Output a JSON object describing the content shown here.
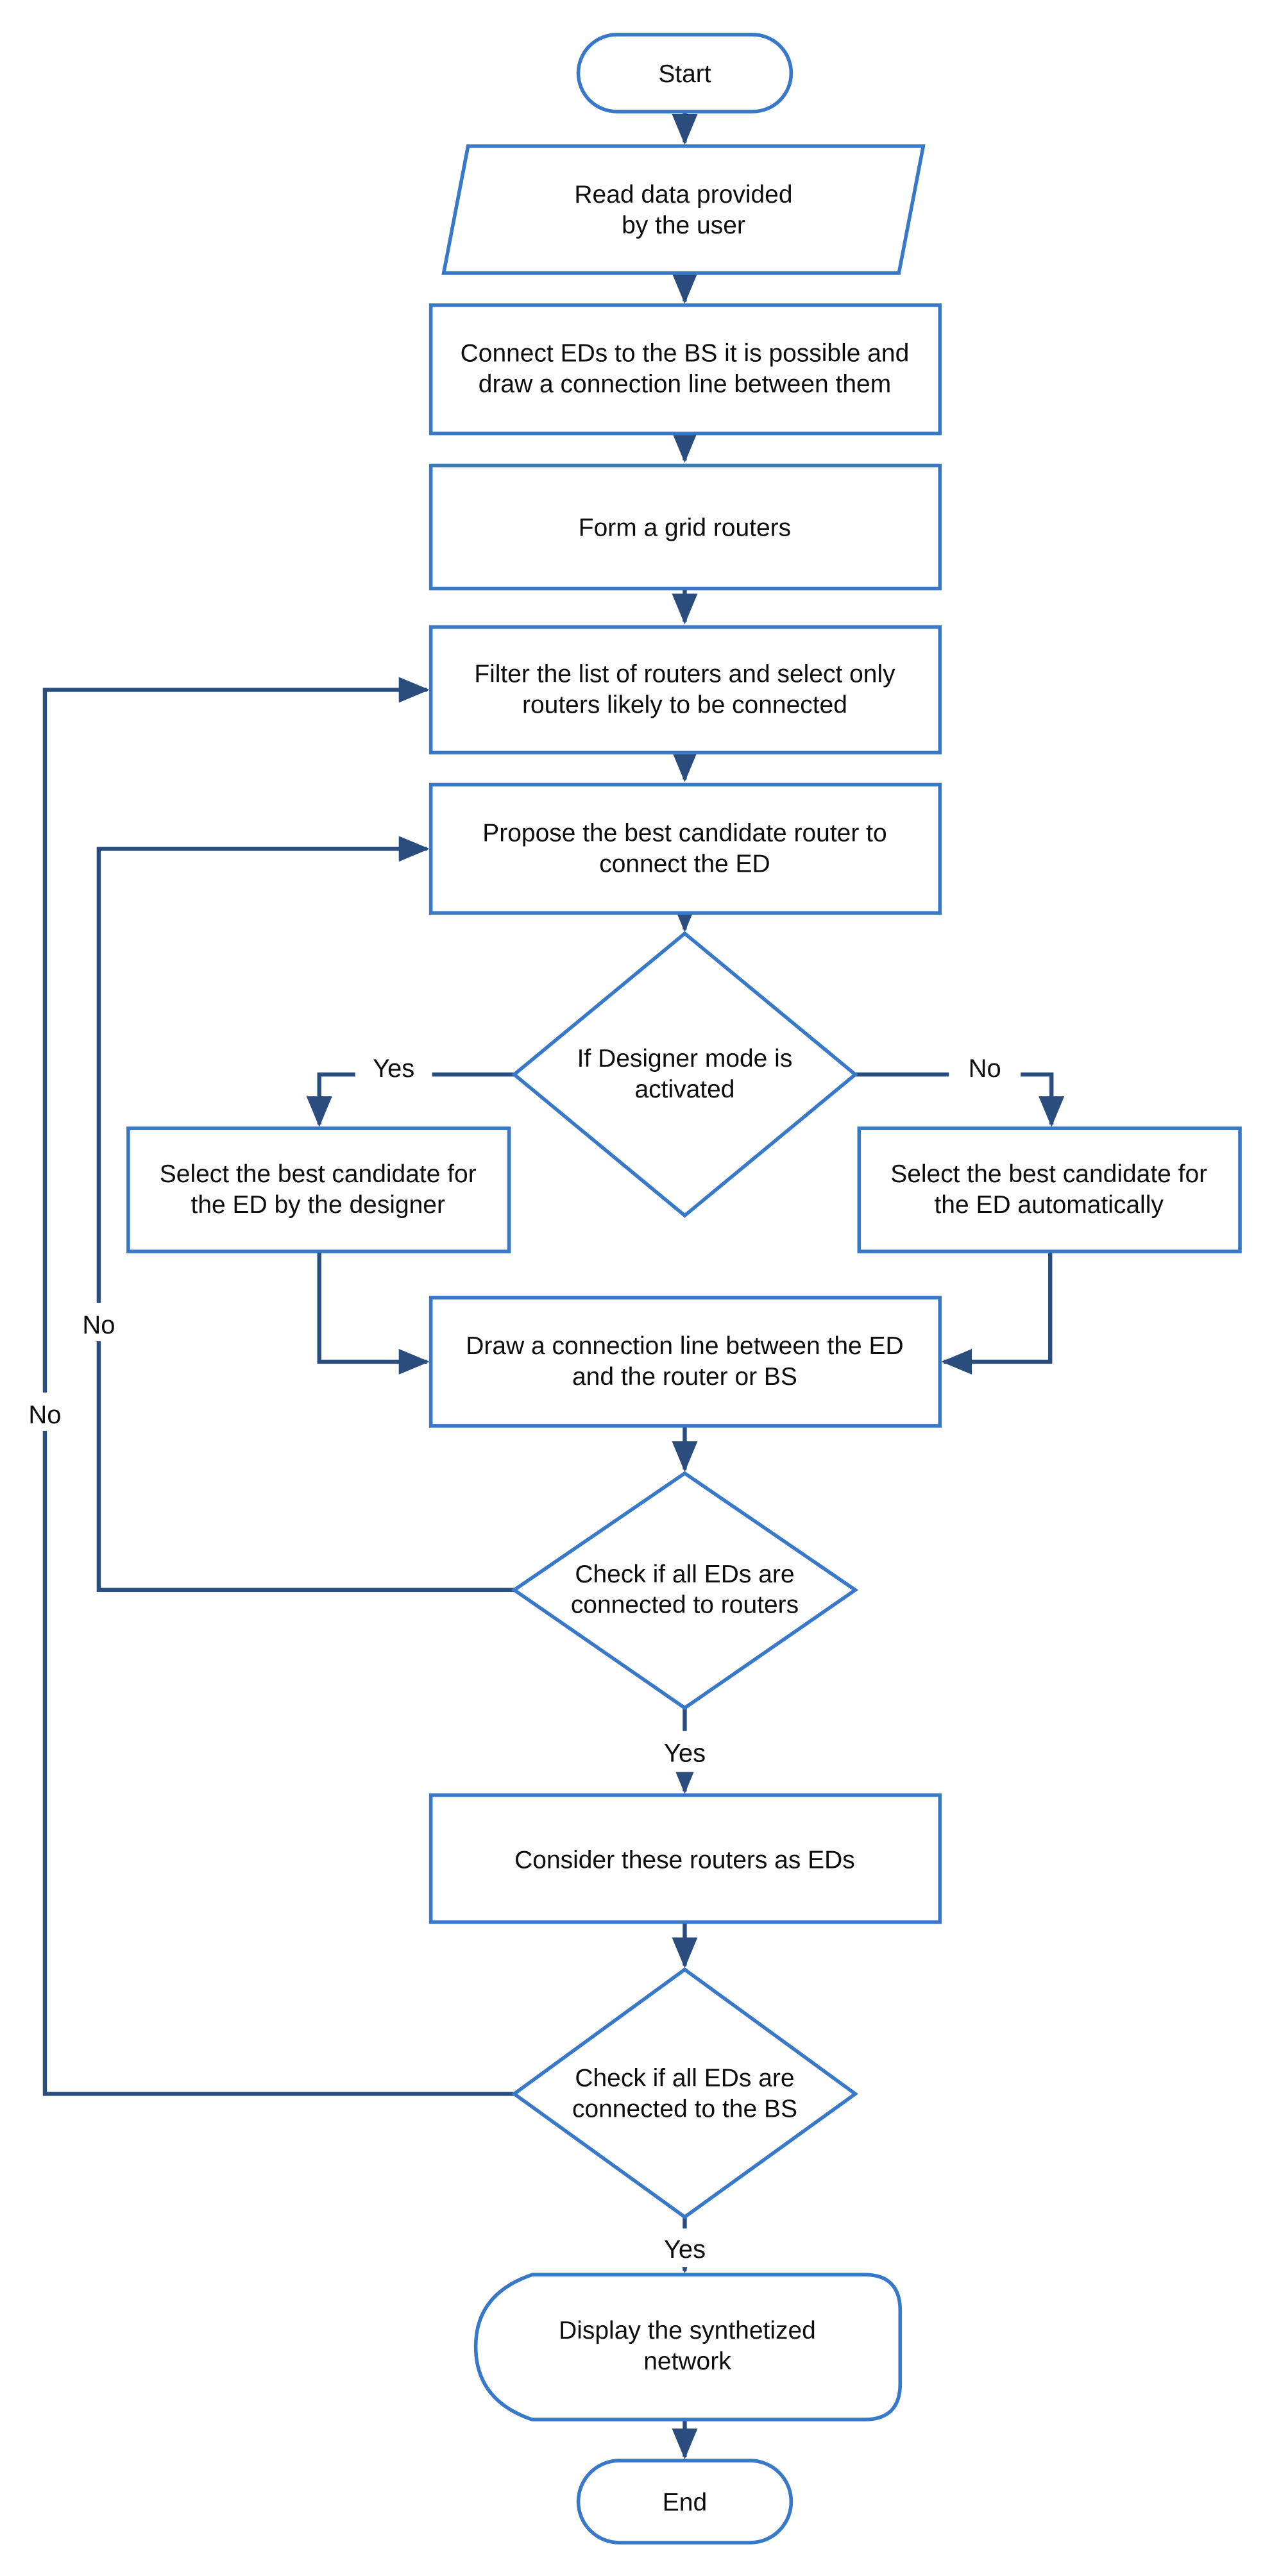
{
  "colors": {
    "shape_stroke": "#3878c8",
    "connector": "#2a4d7d",
    "text": "#0d0d0d",
    "background": "#ffffff"
  },
  "nodes": {
    "start": {
      "type": "terminator",
      "label": "Start"
    },
    "read_data": {
      "type": "data",
      "lines": [
        "Read data provided",
        "by the user"
      ]
    },
    "connect_eds": {
      "type": "process",
      "lines": [
        "Connect EDs to the BS it is possible and",
        "draw a connection line between them"
      ]
    },
    "form_grid": {
      "type": "process",
      "label": "Form a grid routers"
    },
    "filter_routers": {
      "type": "process",
      "lines": [
        "Filter the list of routers and select only",
        "routers likely to be connected"
      ]
    },
    "propose_candidate": {
      "type": "process",
      "lines": [
        "Propose the best candidate router to",
        "connect the ED"
      ]
    },
    "designer_mode": {
      "type": "decision",
      "lines": [
        "If Designer mode is",
        "activated"
      ]
    },
    "select_by_designer": {
      "type": "process",
      "lines": [
        "Select the best candidate for",
        "the ED by the designer"
      ]
    },
    "select_automatically": {
      "type": "process",
      "lines": [
        "Select the best candidate for",
        "the ED automatically"
      ]
    },
    "draw_connection": {
      "type": "process",
      "lines": [
        "Draw a connection line between the ED",
        "and the router or BS"
      ]
    },
    "check_eds_routers": {
      "type": "decision",
      "lines": [
        "Check if all EDs are",
        "connected to routers"
      ]
    },
    "consider_routers": {
      "type": "process",
      "label": "Consider these routers as EDs"
    },
    "check_eds_bs": {
      "type": "decision",
      "lines": [
        "Check if all EDs are",
        "connected to the BS"
      ]
    },
    "display_network": {
      "type": "display",
      "lines": [
        "Display the synthetized",
        "network"
      ]
    },
    "end": {
      "type": "terminator",
      "label": "End"
    }
  },
  "edge_labels": {
    "designer_yes": "Yes",
    "designer_no": "No",
    "routers_no": "No",
    "routers_yes": "Yes",
    "bs_no": "No",
    "bs_yes": "Yes"
  }
}
